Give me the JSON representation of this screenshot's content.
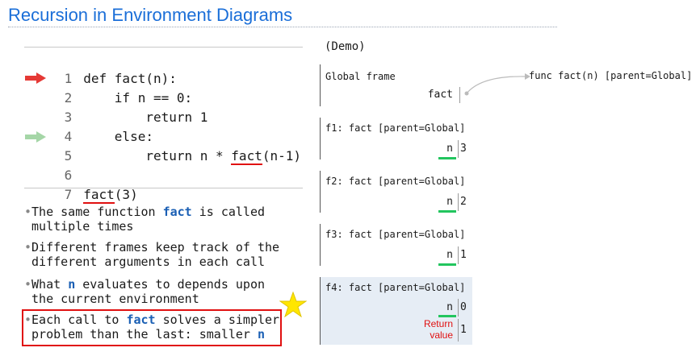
{
  "title": "Recursion in Environment Diagrams",
  "code_lines": [
    {
      "no": "1",
      "text": "def fact(n):"
    },
    {
      "no": "2",
      "text": "    if n == 0:"
    },
    {
      "no": "3",
      "text": "        return 1"
    },
    {
      "no": "4",
      "text": "    else:"
    },
    {
      "no": "5",
      "pre": "        return n * ",
      "ul": "fact",
      "post": "(n-1)"
    },
    {
      "no": "6",
      "text": ""
    },
    {
      "no": "7",
      "ul": "fact",
      "post": "(3)"
    }
  ],
  "bullets": [
    {
      "line1_pre": "The same function ",
      "kw": "fact",
      "line1_post": " is called",
      "line2": "multiple times"
    },
    {
      "line1": "Different frames keep track of the",
      "line2": "different arguments in each call"
    },
    {
      "line1_pre": "What ",
      "kw": "n",
      "line1_post": " evaluates to depends upon",
      "line2": "the current environment"
    },
    {
      "line1_pre": "Each call to ",
      "kw": "fact",
      "line1_post": " solves a simpler",
      "line2_pre": "problem than the last: smaller ",
      "kw2": "n"
    }
  ],
  "demo_label": "(Demo)",
  "global_frame": {
    "title": "Global frame",
    "var": "fact",
    "func": "func fact(n) [parent=Global]"
  },
  "frames": [
    {
      "title": "f1: fact [parent=Global]",
      "var": "n",
      "value": "3"
    },
    {
      "title": "f2: fact [parent=Global]",
      "var": "n",
      "value": "2"
    },
    {
      "title": "f3: fact [parent=Global]",
      "var": "n",
      "value": "1"
    },
    {
      "title": "f4: fact [parent=Global]",
      "var": "n",
      "value": "0",
      "return_label_1": "Return",
      "return_label_2": "value",
      "return_value": "1"
    }
  ],
  "colors": {
    "title": "#1a6ed8",
    "current_arrow": "#e53935",
    "next_arrow": "#a5d6a7",
    "highlight": "#e01010",
    "keyword": "#1a5fb4",
    "active_frame": "#e6edf5"
  }
}
